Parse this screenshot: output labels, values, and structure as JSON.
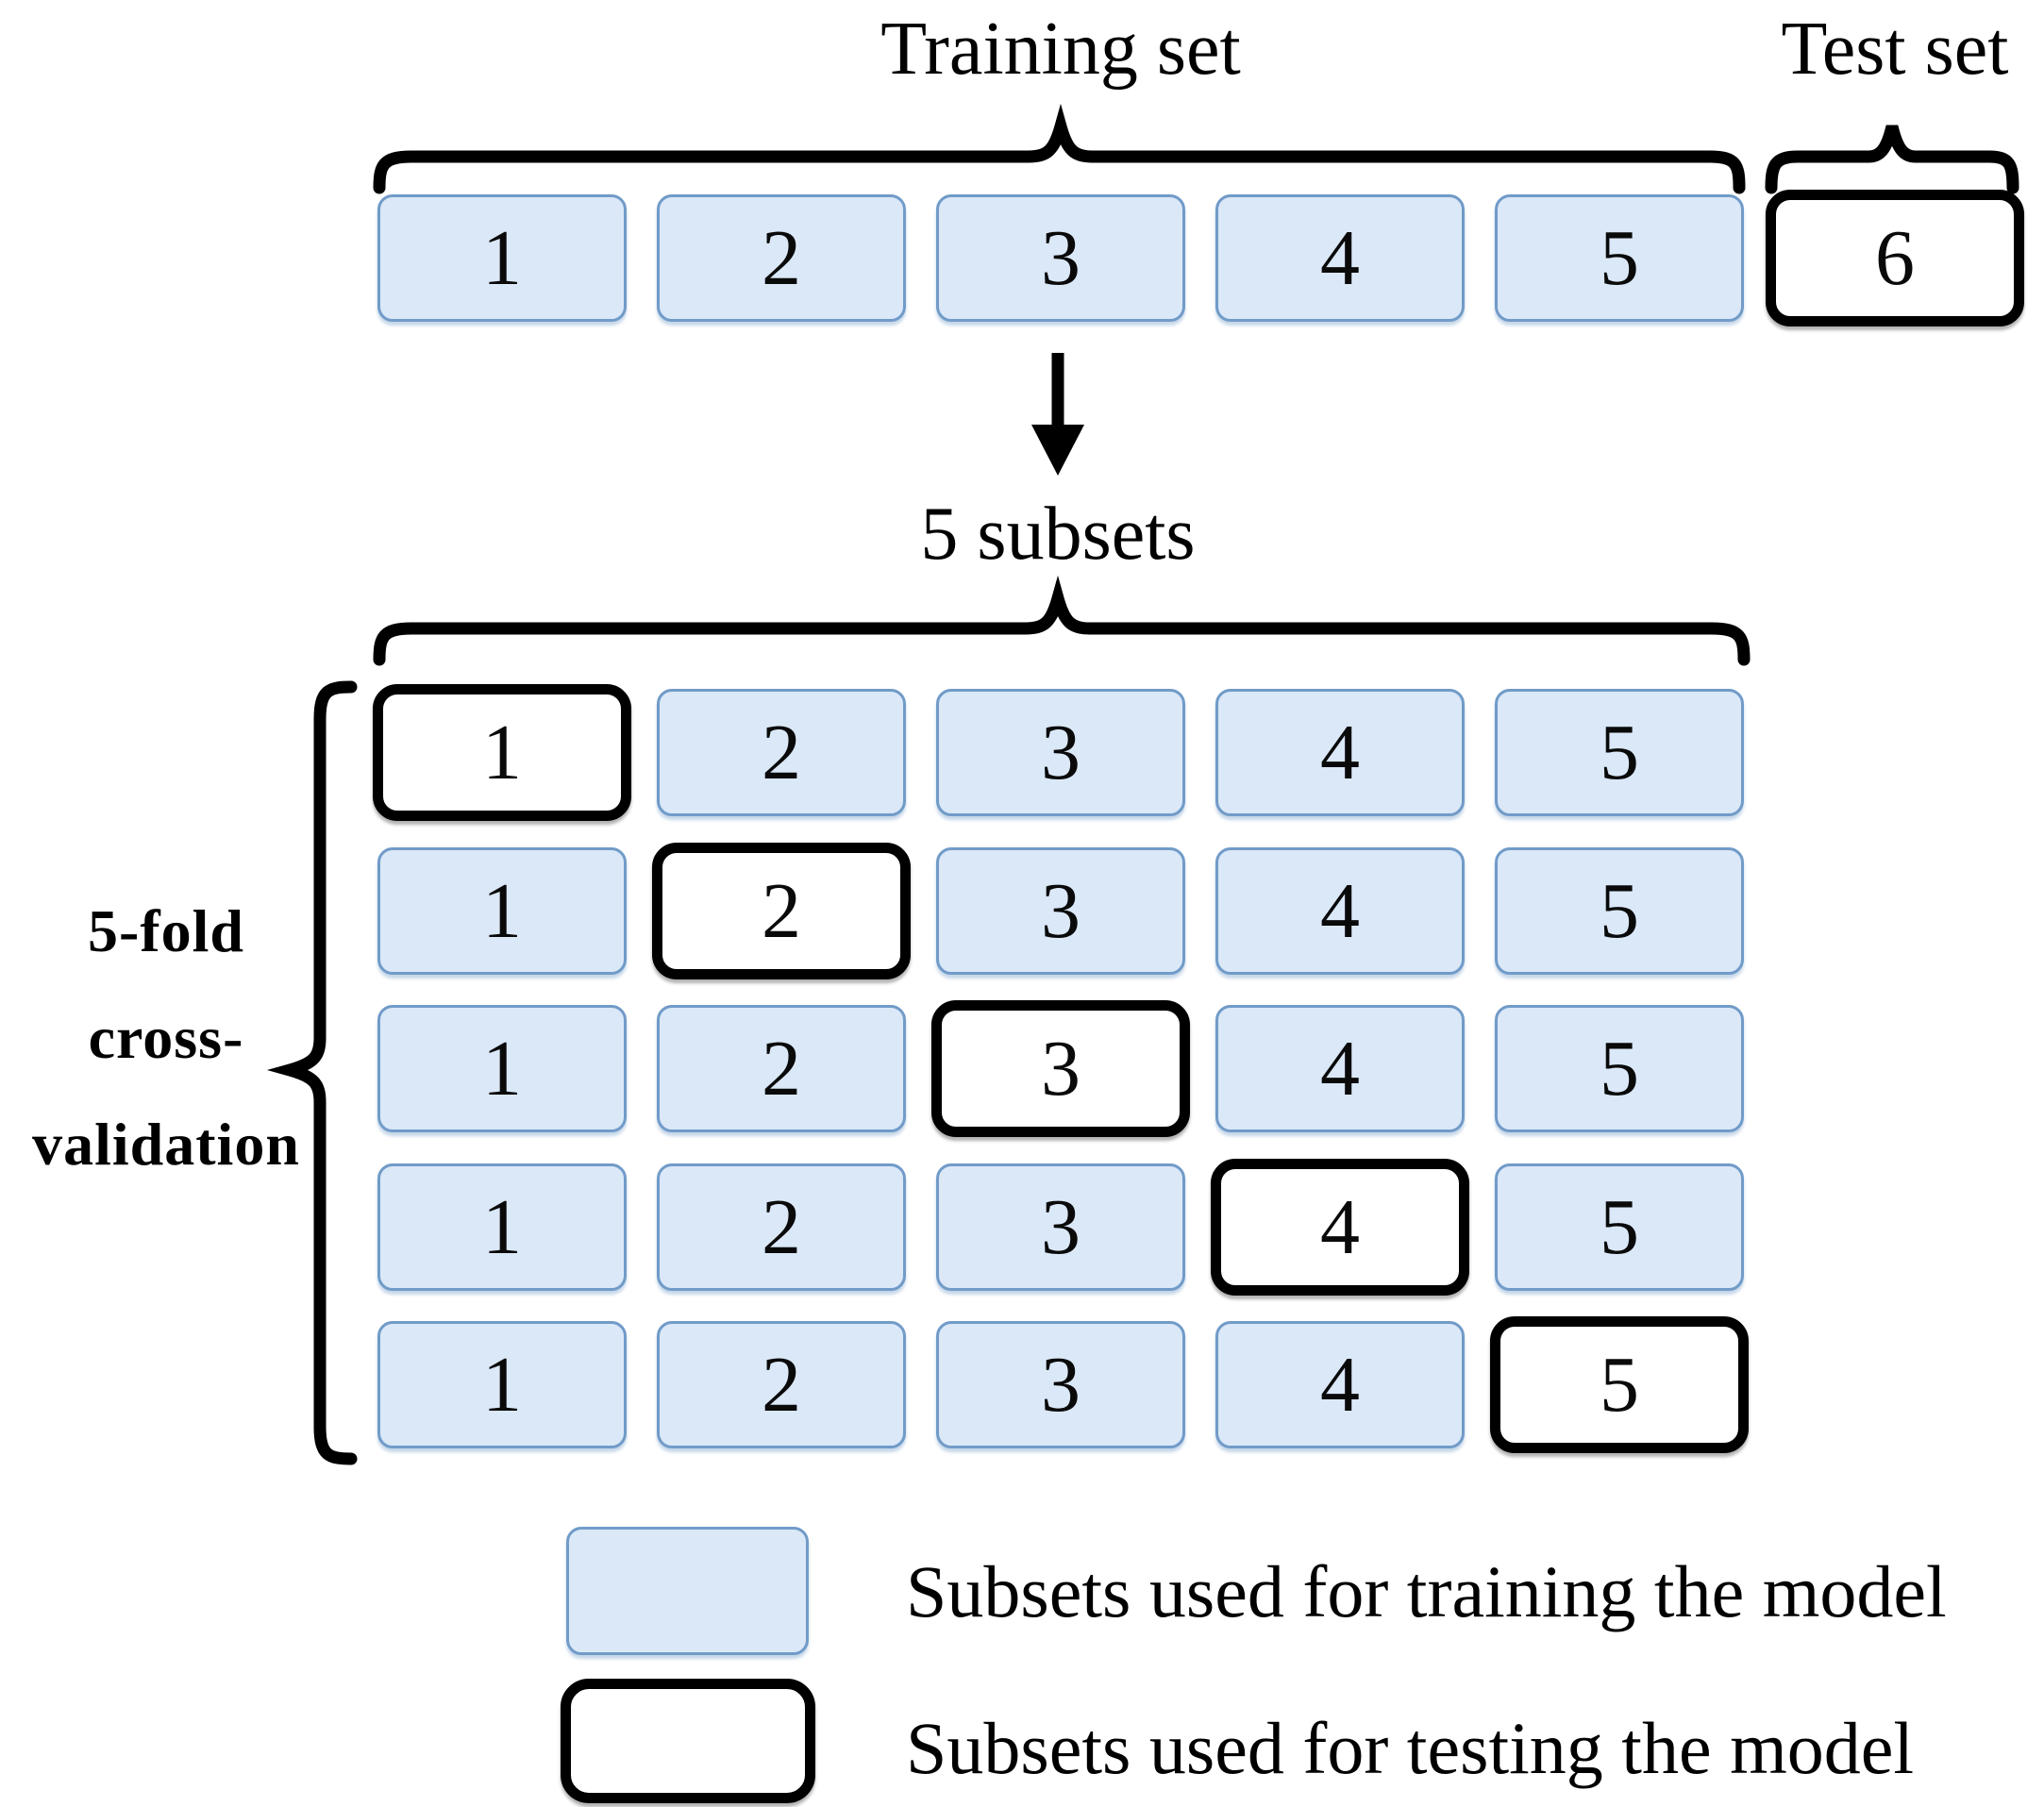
{
  "labels": {
    "training_set": "Training set",
    "test_set": "Test set",
    "five_subsets": "5 subsets",
    "left_brace_lines": [
      "5-fold",
      "cross-",
      "validation"
    ]
  },
  "top_row": {
    "boxes": [
      {
        "label": "1",
        "role": "train"
      },
      {
        "label": "2",
        "role": "train"
      },
      {
        "label": "3",
        "role": "train"
      },
      {
        "label": "4",
        "role": "train"
      },
      {
        "label": "5",
        "role": "train"
      },
      {
        "label": "6",
        "role": "test"
      }
    ]
  },
  "cv_grid": {
    "rows": [
      {
        "cells": [
          "1",
          "2",
          "3",
          "4",
          "5"
        ],
        "test_index": 0
      },
      {
        "cells": [
          "1",
          "2",
          "3",
          "4",
          "5"
        ],
        "test_index": 1
      },
      {
        "cells": [
          "1",
          "2",
          "3",
          "4",
          "5"
        ],
        "test_index": 2
      },
      {
        "cells": [
          "1",
          "2",
          "3",
          "4",
          "5"
        ],
        "test_index": 3
      },
      {
        "cells": [
          "1",
          "2",
          "3",
          "4",
          "5"
        ],
        "test_index": 4
      }
    ]
  },
  "legend": [
    {
      "swatch": "train",
      "text": "Subsets used for training the model"
    },
    {
      "swatch": "test",
      "text": "Subsets used for testing the model"
    }
  ],
  "colors": {
    "train_fill": "#DAE8F8",
    "train_border": "#719BC8",
    "test_fill": "#FFFFFF",
    "test_border": "#000000",
    "line_color": "#000000"
  }
}
